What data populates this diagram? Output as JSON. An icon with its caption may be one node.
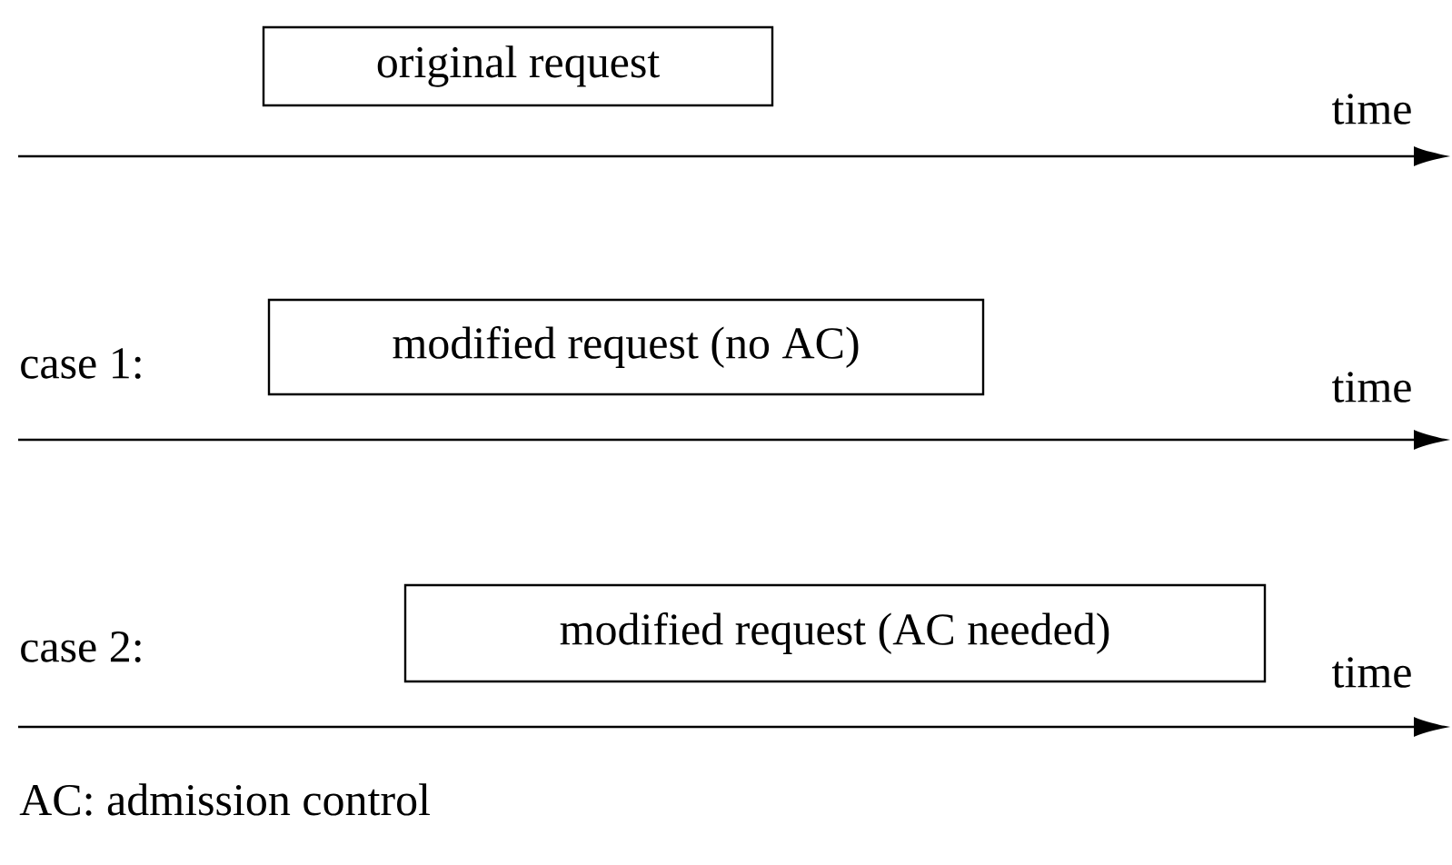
{
  "diagram": {
    "nodes": [
      {
        "text": [
          "original request"
        ]
      },
      {
        "text": [
          "modified request (no AC)"
        ]
      },
      {
        "text": [
          "modified request (AC needed)"
        ]
      }
    ],
    "labels": [
      "time",
      "case 1:",
      "time",
      "case 2:",
      "time",
      "AC: admission control"
    ]
  }
}
